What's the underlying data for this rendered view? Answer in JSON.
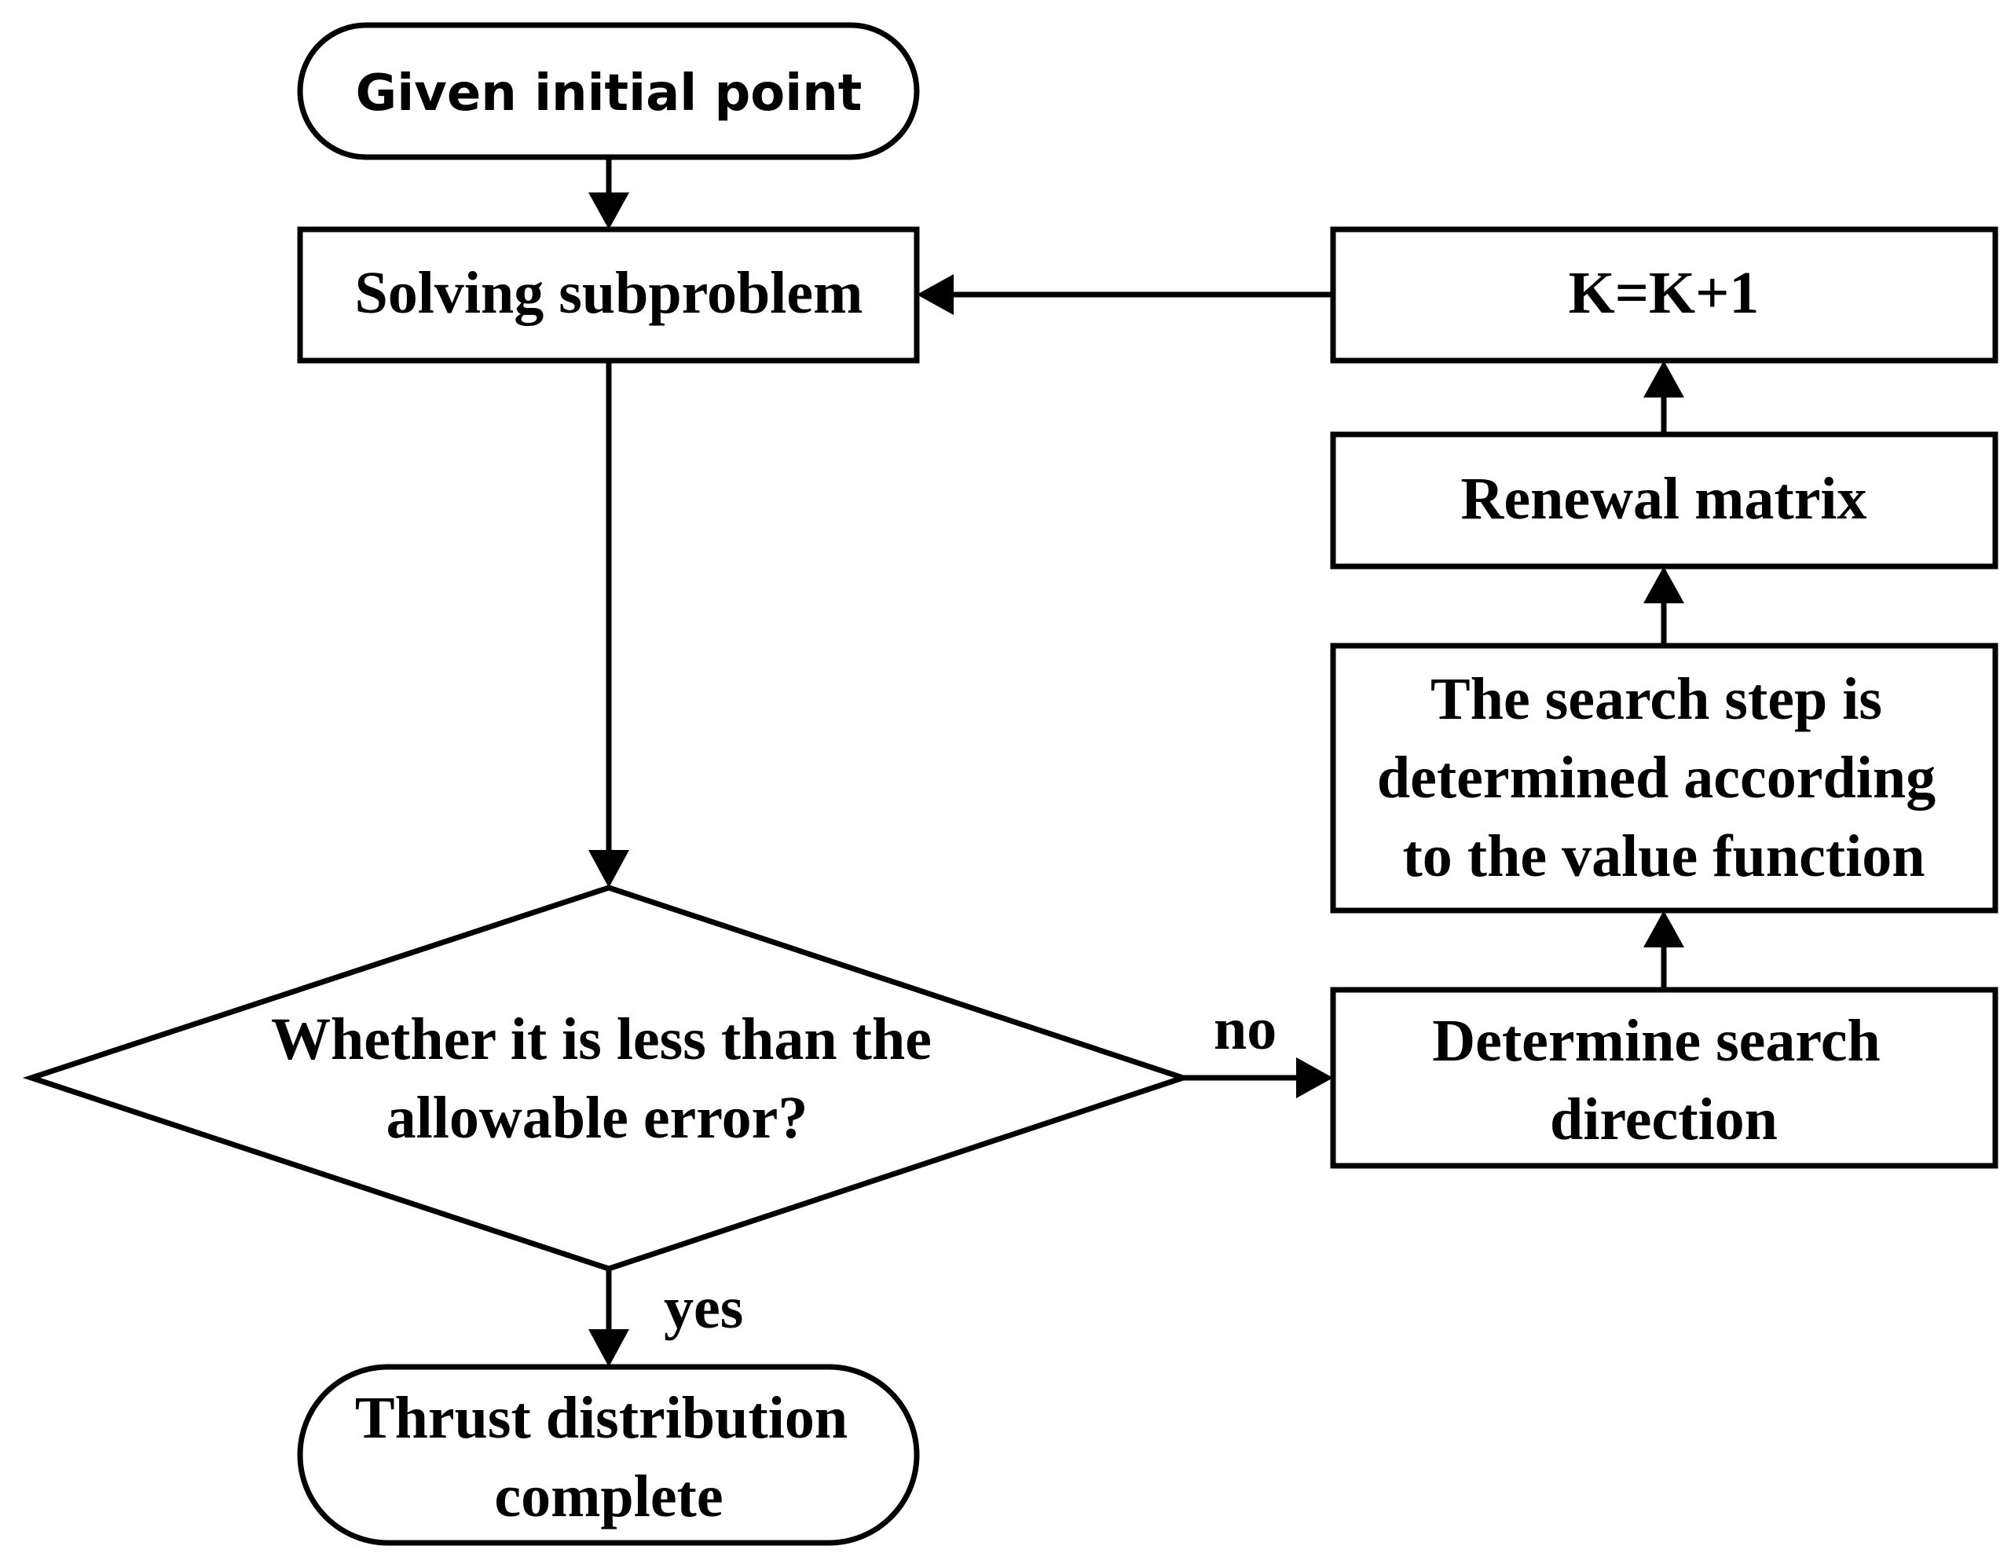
{
  "nodes": {
    "start": {
      "shape": "terminator",
      "lines": [
        "Given initial point"
      ]
    },
    "solve": {
      "shape": "process",
      "lines": [
        "Solving subproblem"
      ]
    },
    "decision": {
      "shape": "decision",
      "lines": [
        "Whether it is less than the",
        "allowable error?"
      ]
    },
    "end": {
      "shape": "terminator",
      "lines": [
        "Thrust distribution",
        "complete"
      ]
    },
    "direction": {
      "shape": "process",
      "lines": [
        "Determine search",
        "direction"
      ]
    },
    "step": {
      "shape": "process",
      "lines": [
        "The search step is",
        "determined according",
        "to the value function"
      ]
    },
    "renewal": {
      "shape": "process",
      "lines": [
        "Renewal matrix"
      ]
    },
    "increment": {
      "shape": "process",
      "lines": [
        "K=K+1"
      ]
    }
  },
  "edges": [
    {
      "from": "start",
      "to": "solve",
      "label": ""
    },
    {
      "from": "solve",
      "to": "decision",
      "label": ""
    },
    {
      "from": "decision",
      "to": "end",
      "label": "yes"
    },
    {
      "from": "decision",
      "to": "direction",
      "label": "no"
    },
    {
      "from": "direction",
      "to": "step",
      "label": ""
    },
    {
      "from": "step",
      "to": "renewal",
      "label": ""
    },
    {
      "from": "renewal",
      "to": "increment",
      "label": ""
    },
    {
      "from": "increment",
      "to": "solve",
      "label": ""
    }
  ],
  "colors": {
    "stroke": "#000000",
    "fill": "#ffffff",
    "text": "#000000"
  }
}
